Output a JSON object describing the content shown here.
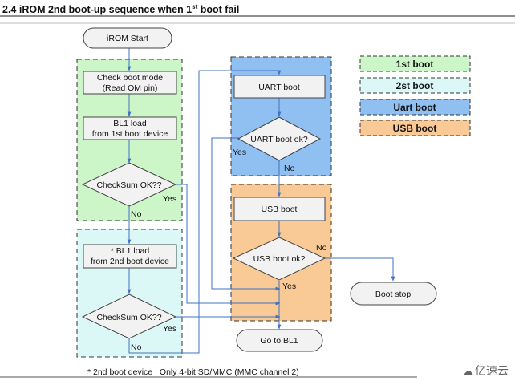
{
  "heading": {
    "prefix": "2.4 iROM 2nd boot-up sequence when 1",
    "superscript": "st",
    "suffix": " boot fail"
  },
  "nodes": {
    "irom_start": "iROM Start",
    "check_boot_mode_line1": "Check boot mode",
    "check_boot_mode_line2": "(Read OM pin)",
    "bl1_load_1_line1": "BL1 load",
    "bl1_load_1_line2": "from 1st boot device",
    "checksum_1": "CheckSum OK??",
    "bl1_load_2_line1": "* BL1 load",
    "bl1_load_2_line2": "from 2nd boot device",
    "checksum_2": "CheckSum OK??",
    "uart_boot": "UART boot",
    "uart_ok": "UART boot ok?",
    "usb_boot": "USB boot",
    "usb_ok": "USB boot ok?",
    "boot_stop": "Boot stop",
    "go_to_bl1": "Go to BL1"
  },
  "edge_labels": {
    "yes": "Yes",
    "no": "No"
  },
  "legend": {
    "first_boot": "1st boot",
    "second_boot": "2st boot",
    "uart_boot": "Uart boot",
    "usb_boot": "USB boot"
  },
  "colors": {
    "first_boot": "#ccf5c8",
    "second_boot": "#dcf8f6",
    "uart_boot": "#90c0f2",
    "usb_boot": "#f9c996",
    "arrow": "#3f74c2",
    "node_fill": "#f2f2f2"
  },
  "footnote": "* 2nd boot device : Only 4-bit SD/MMC (MMC channel 2)",
  "watermark": "亿速云",
  "watermark_icon": "cloud-icon"
}
